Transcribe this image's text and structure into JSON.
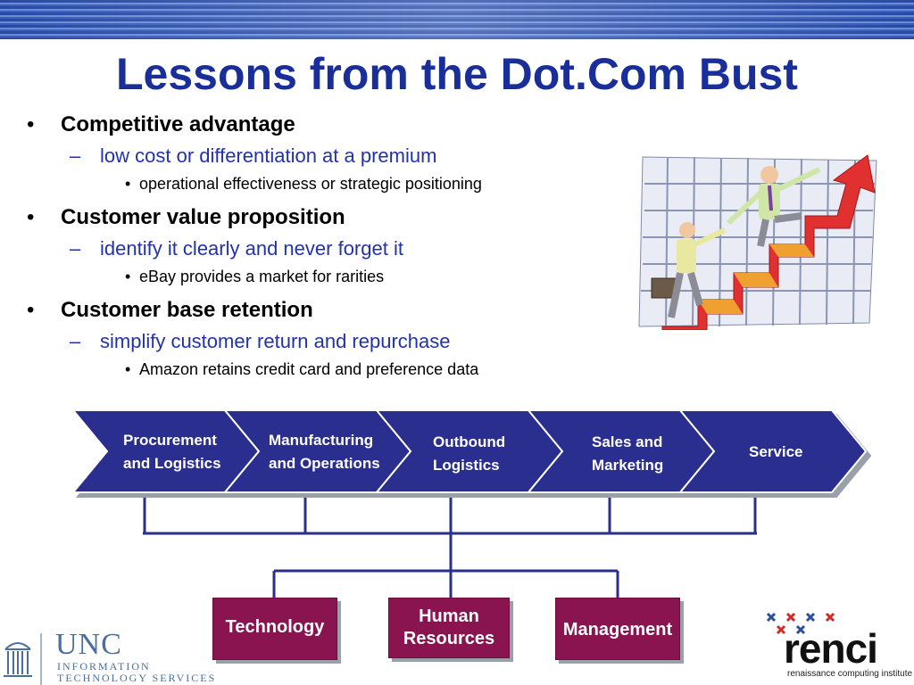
{
  "slide": {
    "title": "Lessons from the Dot.Com Bust"
  },
  "bullets": [
    {
      "heading": "Competitive advantage",
      "sub": "low cost or differentiation at a premium",
      "detail": "operational effectiveness or strategic positioning"
    },
    {
      "heading": "Customer value proposition",
      "sub": "identify it clearly and never forget it",
      "detail": "eBay provides a market for rarities"
    },
    {
      "heading": "Customer base retention",
      "sub": "simplify customer return and repurchase",
      "detail": "Amazon retains credit card and preference data"
    }
  ],
  "markers": {
    "level1": "•",
    "level2": "–",
    "level3": "•"
  },
  "value_chain": {
    "primary": [
      {
        "line1": "Procurement",
        "line2": "and Logistics"
      },
      {
        "line1": "Manufacturing",
        "line2": "and Operations"
      },
      {
        "line1": "Outbound",
        "line2": "Logistics"
      },
      {
        "line1": "Sales and",
        "line2": "Marketing"
      },
      {
        "line1": "Service",
        "line2": ""
      }
    ],
    "support": [
      {
        "line1": "Technology",
        "line2": ""
      },
      {
        "line1": "Human",
        "line2": "Resources"
      },
      {
        "line1": "Management",
        "line2": ""
      }
    ]
  },
  "colors": {
    "title": "#1a2e99",
    "chevron_fill": "#2a2f8e",
    "support_fill": "#8a1450",
    "connector": "#2a2f8e"
  },
  "logos": {
    "unc": {
      "name": "UNC",
      "line1": "INFORMATION",
      "line2": "TECHNOLOGY SERVICES"
    },
    "renci": {
      "name": "renci",
      "tagline": "renaissance computing institute"
    }
  }
}
